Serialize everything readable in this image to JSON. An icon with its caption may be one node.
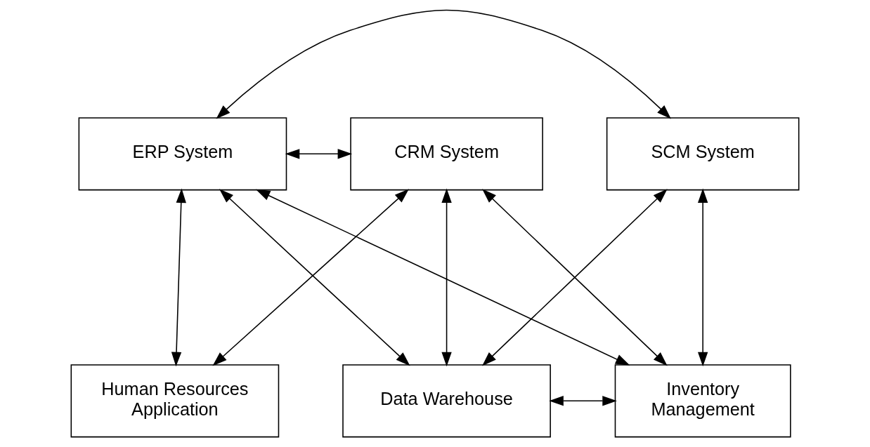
{
  "diagram": {
    "nodes": [
      {
        "text": [
          "ERP System"
        ]
      },
      {
        "text": [
          "CRM System"
        ]
      },
      {
        "text": [
          "SCM System"
        ]
      },
      {
        "text": [
          "Inventory Management"
        ]
      },
      {
        "text": [
          "Data Warehouse"
        ]
      },
      {
        "text": [
          "Human Resources Application"
        ]
      }
    ],
    "edges": [
      {
        "from": 0,
        "to": 1,
        "arrow": "both"
      },
      {
        "from": 0,
        "to": 2,
        "arrow": "both"
      },
      {
        "from": 0,
        "to": 4,
        "arrow": "both"
      },
      {
        "from": 0,
        "to": 5,
        "arrow": "both"
      },
      {
        "from": 0,
        "to": 3,
        "arrow": "both"
      },
      {
        "from": 1,
        "to": 4,
        "arrow": "both"
      },
      {
        "from": 1,
        "to": 5,
        "arrow": "both"
      },
      {
        "from": 1,
        "to": 3,
        "arrow": "both"
      },
      {
        "from": 2,
        "to": 4,
        "arrow": "both"
      },
      {
        "from": 2,
        "to": 3,
        "arrow": "both"
      },
      {
        "from": 4,
        "to": 3,
        "arrow": "both"
      }
    ]
  }
}
